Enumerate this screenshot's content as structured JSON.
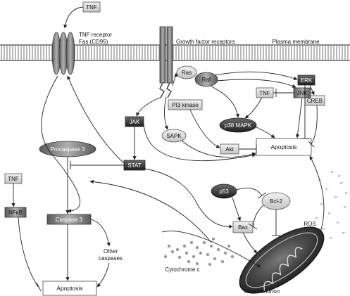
{
  "labels": {
    "tnf_top": "TNF",
    "tnf_receptor_line1": "TNF receptor",
    "tnf_receptor_line2": "Fas (CD95)",
    "growth_factor_receptors": "Growth factor receptors",
    "plasma_membrane": "Plasma membrane",
    "ras": "Ras",
    "raf": "Raf",
    "erk": "ERK",
    "creb": "CREB",
    "tnf_mid": "TNF",
    "jnk": "JNK",
    "p38_mapk": "p38 MAPK",
    "pi3_kinase": "PI3 kinase",
    "jak": "JAK",
    "sapk": "SAPK",
    "akt": "Akt",
    "apoptosis_main": "Apoptosis",
    "procaspase_3": "Procaspase 3",
    "stat": "STAT",
    "tnf_left": "TNF",
    "nfkb": "NFκB",
    "caspase_3": "Caspase 3",
    "other_caspases_line1": "Other",
    "other_caspases_line2": "caspases",
    "apoptosis_bottom": "Apoptosis",
    "p53": "p53",
    "bcl2": "Bcl-2",
    "bax": "Bax",
    "ros": "ROS",
    "cytochrome_c": "Cytochrome c",
    "mitochondrion": "Mitochondrion"
  },
  "colors": {
    "membrane": "#8a8a8a",
    "dark_node": "#2f2f2f",
    "mid_node": "#8c8c8c",
    "light_node": "#d9d9d9",
    "line": "#222222"
  }
}
